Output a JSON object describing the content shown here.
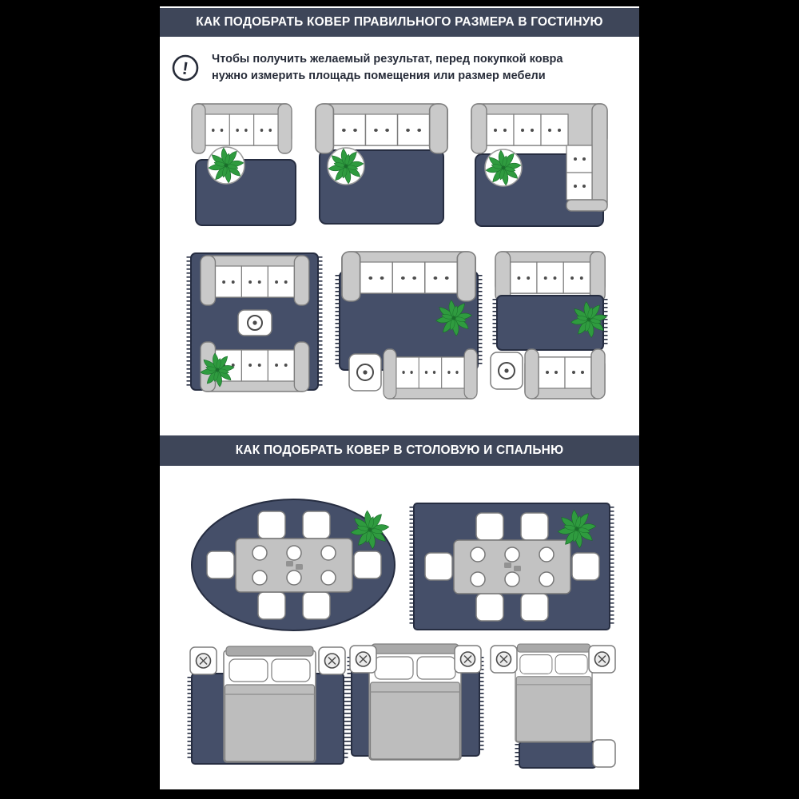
{
  "colors": {
    "page_bg": "#000000",
    "content_bg": "#ffffff",
    "header_bg": "#3e4659",
    "header_text": "#ffffff",
    "note_text": "#272c39",
    "rug": "#454f69",
    "rug_border": "#262d41",
    "sofa": "#c9c9c9",
    "cushion": "#ffffff",
    "furn_border": "#7d7d7d",
    "plant": "#2f9b3f",
    "plant_dark": "#1a6e2b"
  },
  "header_living": {
    "title": "КАК ПОДОБРАТЬ КОВЕР ПРАВИЛЬНОГО РАЗМЕРА В ГОСТИНУЮ"
  },
  "note": {
    "icon": "exclamation-circle-icon",
    "icon_glyph": "!",
    "line1": "Чтобы получить желаемый результат, перед покупкой ковра",
    "line2": "нужно измерить площадь помещения или размер мебели"
  },
  "header_dining": {
    "title": "КАК ПОДОБРАТЬ КОВЕР В СТОЛОВУЮ И СПАЛЬНЮ"
  },
  "layouts": {
    "living_row1": [
      "rug-in-front-of-sofa",
      "sofa-front-legs-on-rug",
      "corner-sofa-front-on-rug"
    ],
    "living_row2": [
      "all-furniture-on-large-rug",
      "sofas-front-legs-on-medium-rug",
      "small-rug-with-furniture-around"
    ],
    "dining": [
      "oval-rug-under-dining-set",
      "rectangular-rug-under-dining-set"
    ],
    "bedroom": [
      "large-rug-under-whole-bed",
      "rug-under-bed-and-nightstands",
      "small-rug-at-foot-of-bed"
    ]
  }
}
